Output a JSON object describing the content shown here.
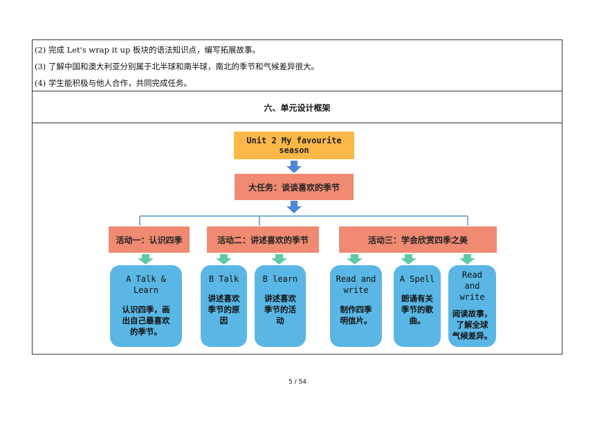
{
  "lines": [
    "(2)  完成 Let's wrap it up 板块的语法知识点，编写拓展故事。",
    "(3)  了解中国和澳大利亚分别属于北半球和南半球，南北的季节和气候差异很大。",
    "(4)  学生能积极与他人合作，共同完成任务。"
  ],
  "section_title": "六、单元设计框架",
  "diagram": {
    "title": "Unit 2 My favourite season",
    "big_task": "大任务：谈谈喜欢的季节",
    "activities": [
      "活动一：认识四季",
      "活动二：讲述喜欢的季节",
      "活动三：学会欣赏四季之美"
    ],
    "cards": [
      {
        "en": "A Talk &\nLearn",
        "zh": "认识四季，画\n出自己最喜欢\n的季节。"
      },
      {
        "en": "B Talk",
        "zh": "讲述喜欢\n季节的原\n因"
      },
      {
        "en": "B learn",
        "zh": "讲述喜欢\n季节的活\n动"
      },
      {
        "en": "Read and\nwrite",
        "zh": "制作四季\n明信片。"
      },
      {
        "en": "A Spell",
        "zh": "朗诵有关\n季节的歌\n曲。"
      },
      {
        "en": "Read\nand\nwrite",
        "zh": "阅读故事，\n了解全球\n气候差异。"
      }
    ]
  },
  "page_number": "5 / 54",
  "colors": {
    "title_box": "#fbb848",
    "salmon": "#f08a72",
    "card": "#5ab6e4",
    "arrow_blue": "#4f86d8",
    "arrow_green": "#5fc9a6"
  }
}
